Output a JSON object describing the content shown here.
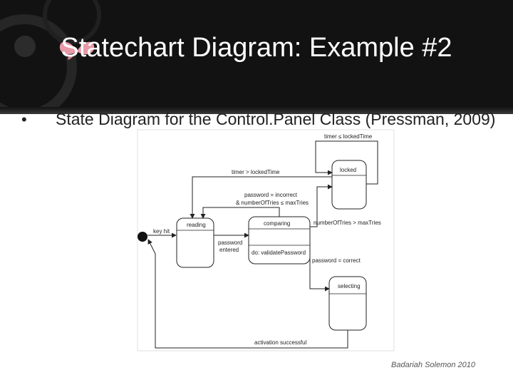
{
  "slide": {
    "title": "Statechart Diagram: Example #2",
    "bullet": "State Diagram for the Control.Panel Class (Pressman, 2009)",
    "credit": "Badariah Solemon 2010"
  },
  "diagram": {
    "states": {
      "reading": "reading",
      "comparing": "comparing",
      "comparing_activity": "do: validatePassword",
      "locked": "locked",
      "selecting": "selecting"
    },
    "transitions": {
      "key_hit": "key hit",
      "password_entered_1": "password",
      "password_entered_2": "entered",
      "incorrect_1": "password = incorrect",
      "incorrect_2": "& numberOfTries ≤ maxTries",
      "max_tries": "numberOfTries > maxTries",
      "timer_unlock": "timer > lockedTime",
      "timer_self": "timer ≤ lockedTime",
      "password_correct": "password = correct",
      "activation": "activation successful"
    }
  }
}
